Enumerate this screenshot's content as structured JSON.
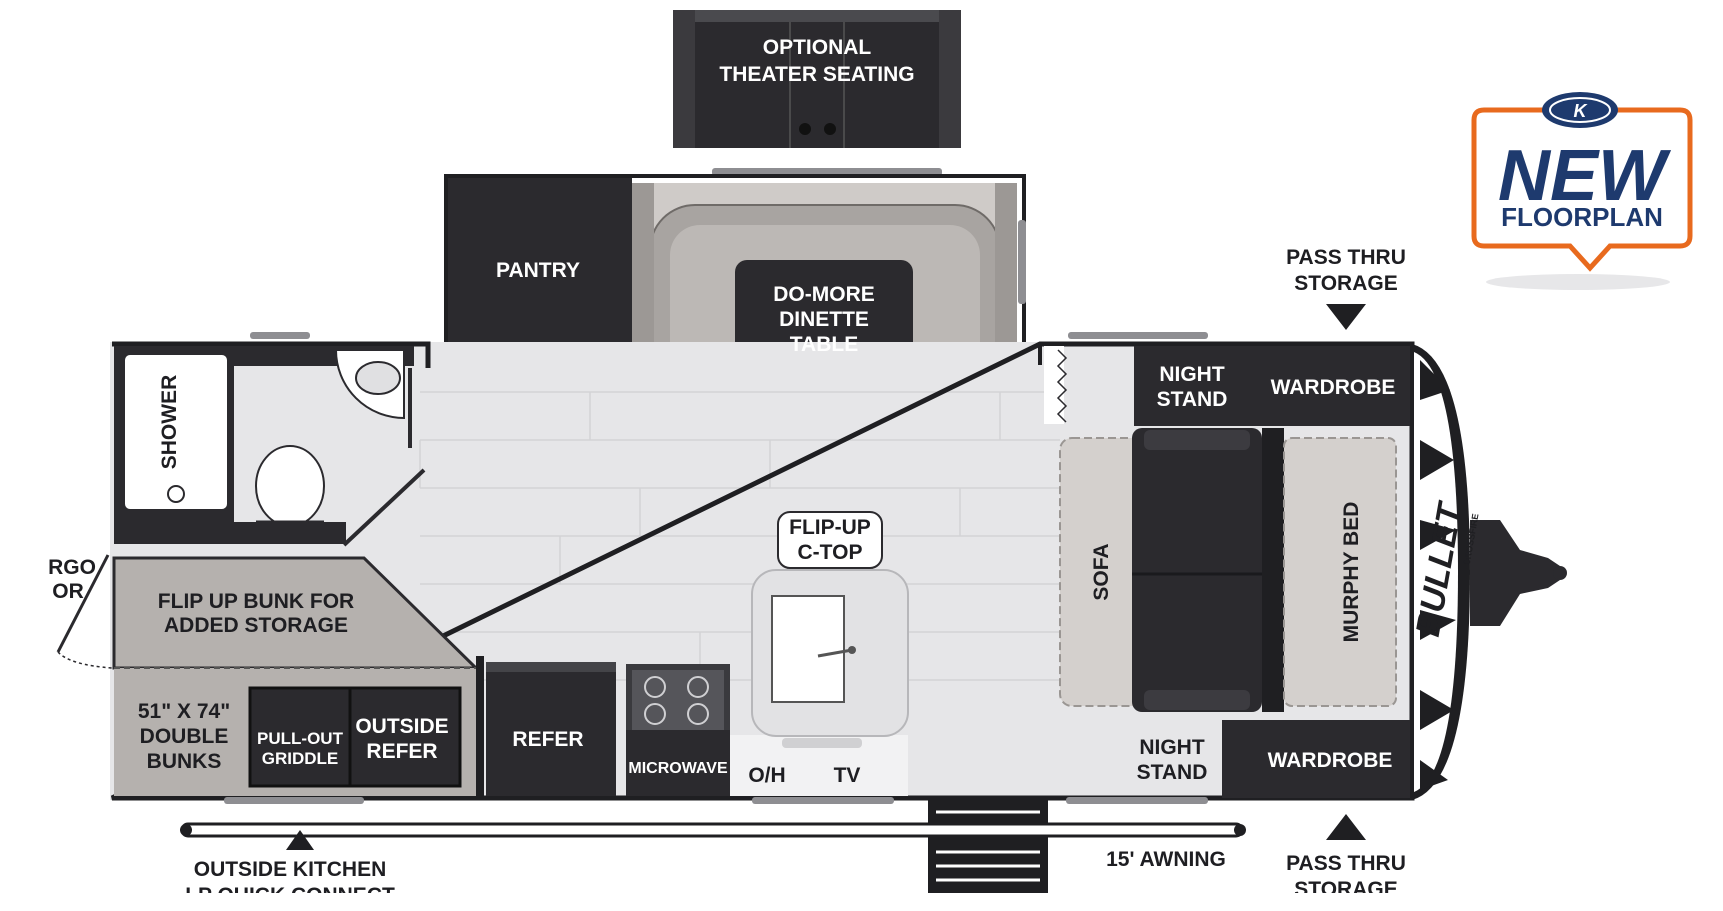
{
  "labels": {
    "theater_line1": "OPTIONAL",
    "theater_line2": "THEATER SEATING",
    "pantry": "PANTRY",
    "dinette_line1": "DO-MORE",
    "dinette_line2": "DINETTE",
    "dinette_line3": "TABLE",
    "shower": "SHOWER",
    "night_stand_top_line1": "NIGHT",
    "night_stand_top_line2": "STAND",
    "wardrobe_top": "WARDROBE",
    "pass_thru_top_line1": "PASS THRU",
    "pass_thru_top_line2": "STORAGE",
    "flip_ctop_line1": "FLIP-UP",
    "flip_ctop_line2": "C-TOP",
    "sofa": "SOFA",
    "murphy_bed": "MURPHY BED",
    "flip_bunk_line1": "FLIP UP BUNK FOR",
    "flip_bunk_line2": "ADDED STORAGE",
    "cargo_door_line1": "RGO",
    "cargo_door_line2": "OR",
    "bunks_line1": "51\" X 74\"",
    "bunks_line2": "DOUBLE",
    "bunks_line3": "BUNKS",
    "griddle_line1": "PULL-OUT",
    "griddle_line2": "GRIDDLE",
    "outside_refer_line1": "OUTSIDE",
    "outside_refer_line2": "REFER",
    "refer": "REFER",
    "microwave": "MICROWAVE",
    "oh": "O/H",
    "tv": "TV",
    "night_stand_bottom_line1": "NIGHT",
    "night_stand_bottom_line2": "STAND",
    "wardrobe_bottom": "WARDROBE",
    "pass_thru_bottom_line1": "PASS THRU",
    "pass_thru_bottom_line2": "STORAGE",
    "outside_kitchen_line1": "OUTSIDE KITCHEN",
    "outside_kitchen_line2": "LP QUICK CONNECT",
    "awning": "15' AWNING",
    "front_cap_brand": "BULLET",
    "front_cap_sub": "CROSSFIRE"
  },
  "badge": {
    "big": "NEW",
    "small": "FLOORPLAN",
    "logo_letter": "K",
    "colors": {
      "border": "#e86a1e",
      "text": "#1e3a6e"
    }
  },
  "colors": {
    "dark_fixture": "#2b2a2e",
    "floor": "#e6e6e8",
    "wall": "#1f1f22",
    "grey_panel": "#b5b1ae",
    "carpet": "#8f8b88"
  }
}
